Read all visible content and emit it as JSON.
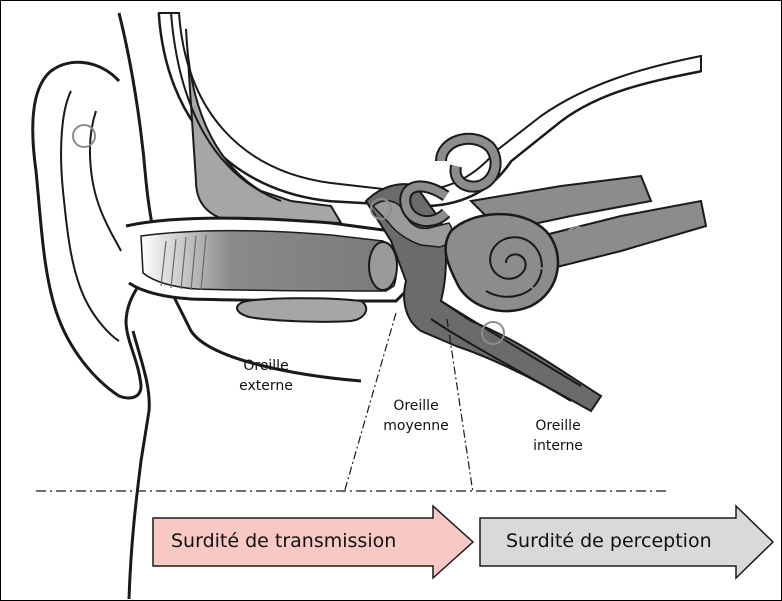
{
  "labels": {
    "outer_ear": [
      "Oreille",
      "externe"
    ],
    "middle_ear": [
      "Oreille",
      "moyenne"
    ],
    "inner_ear": [
      "Oreille",
      "interne"
    ]
  },
  "arrows": {
    "conductive": {
      "text": "Surdité de transmission",
      "fill": "#f8c8c4"
    },
    "sensorineural": {
      "text": "Surdité de perception",
      "fill": "#d9d9d9"
    }
  },
  "colors": {
    "outline": "#1a1a1a",
    "light_gray": "#a6a6a6",
    "mid_gray": "#8c8c8c",
    "dark_gray": "#6b6b6b"
  }
}
